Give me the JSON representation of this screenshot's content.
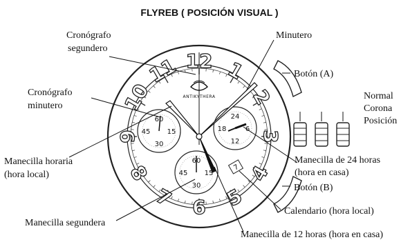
{
  "title": "FLYREB ( POSICIÓN VISUAL )",
  "brand": "ANTIKYTHERA",
  "bezel_numerals": [
    "12",
    "1",
    "2",
    "3",
    "4",
    "5",
    "6",
    "7",
    "8",
    "9",
    "10",
    "11"
  ],
  "labels": {
    "crono_segundero_1": "Cronógrafo",
    "crono_segundero_2": "segundero",
    "minutero": "Minutero",
    "boton_a": "Botón (A)",
    "crono_minutero_1": "Cronógrafo",
    "crono_minutero_2": "minutero",
    "normal": "Normal",
    "corona": "Corona",
    "posicion": "Posición",
    "manecilla_horaria_1": "Manecilla horaria",
    "manecilla_horaria_2": "(hora local)",
    "manecilla_24_1": "Manecilla de 24 horas",
    "manecilla_24_2": "(hora en casa)",
    "boton_b": "Botón (B)",
    "manecilla_segundera": "Manecilla segundera",
    "calendario": "Calendario (hora local)",
    "manecilla_12": "Manecilla de 12 horas (hora en casa)"
  },
  "subdial_left": [
    "60",
    "15",
    "30",
    "45"
  ],
  "subdial_right": [
    "24",
    "6",
    "12",
    "18"
  ],
  "subdial_bottom": [
    "60",
    "15",
    "30",
    "45"
  ],
  "date_window": "7"
}
